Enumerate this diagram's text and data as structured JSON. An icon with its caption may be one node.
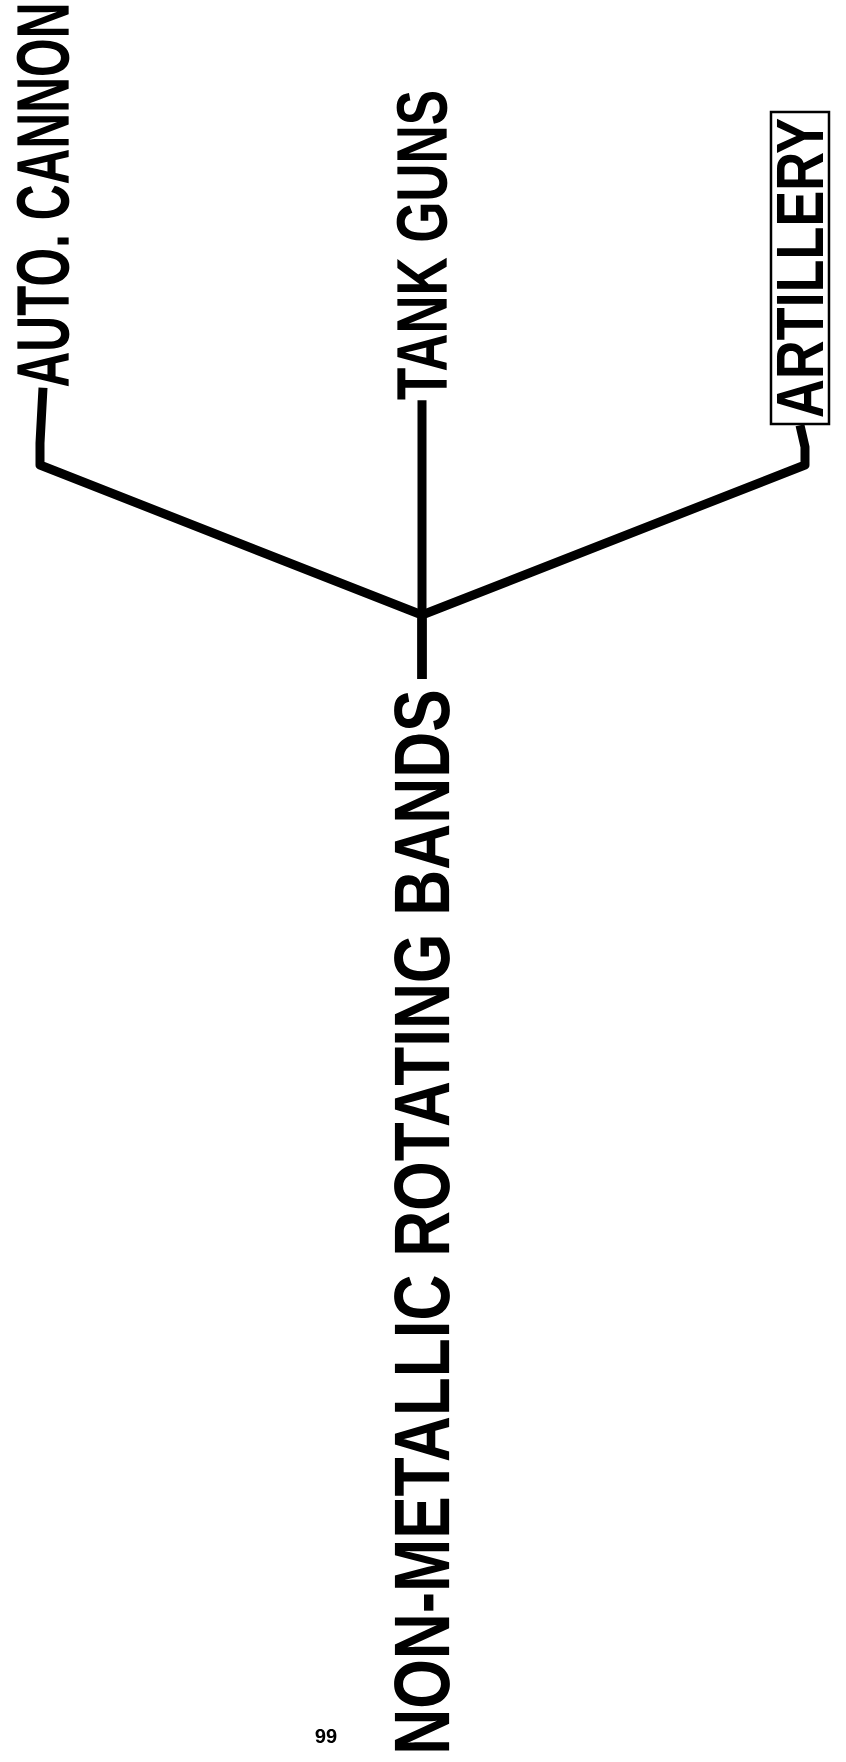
{
  "diagram": {
    "nodes": [
      {
        "text": [
          "NON-METALLIC ROTATING BANDS"
        ]
      },
      {
        "text": [
          "AUTO. CANNON"
        ]
      },
      {
        "text": [
          "TANK GUNS"
        ]
      },
      {
        "text": [
          "ARTILLERY"
        ]
      }
    ],
    "edges": [
      {
        "from": 0,
        "to": 1,
        "arrow": "none"
      },
      {
        "from": 0,
        "to": 2,
        "arrow": "none"
      },
      {
        "from": 0,
        "to": 3,
        "arrow": "none"
      }
    ],
    "labels": [
      "99"
    ]
  }
}
